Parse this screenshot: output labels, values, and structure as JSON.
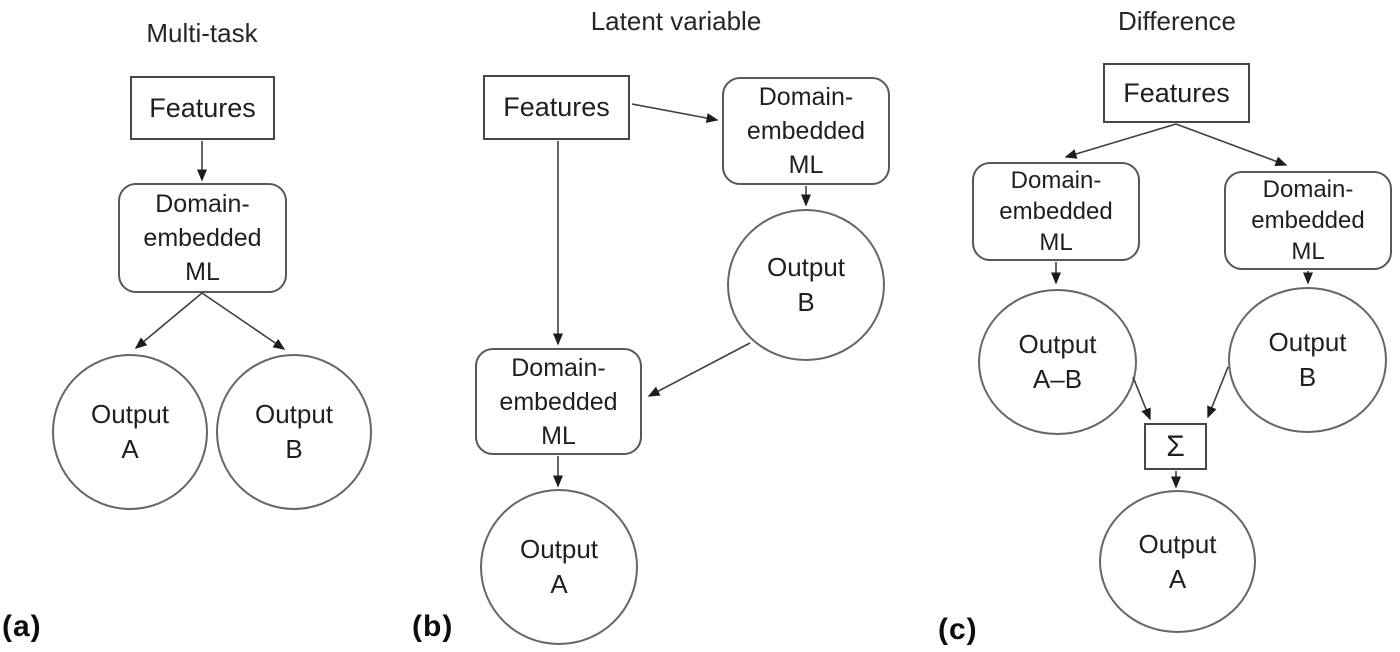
{
  "figure": {
    "type": "flow-diagram",
    "description_visible_text_only": true,
    "colors": {
      "background": "#ffffff",
      "rect_border": "#474747",
      "rounded_border": "#585858",
      "circle_border": "#666666",
      "connector": "#3f3f3f",
      "text": "#1f1f1f"
    }
  },
  "panel_a": {
    "label": "(a)",
    "title": "Multi-task",
    "features": "Features",
    "ml": {
      "label": "Domain-embedded ML",
      "lines": [
        "Domain-",
        "embedded",
        "ML"
      ]
    },
    "output_a": {
      "label": "Output A",
      "lines": [
        "Output",
        "A"
      ]
    },
    "output_b": {
      "label": "Output B",
      "lines": [
        "Output",
        "B"
      ]
    }
  },
  "panel_b": {
    "label": "(b)",
    "title": "Latent variable",
    "features": "Features",
    "ml_b": {
      "label": "Domain-embedded ML",
      "lines": [
        "Domain-",
        "embedded",
        "ML"
      ]
    },
    "ml_a": {
      "label": "Domain-embedded ML",
      "lines": [
        "Domain-",
        "embedded",
        "ML"
      ]
    },
    "output_b": {
      "label": "Output B",
      "lines": [
        "Output",
        "B"
      ]
    },
    "output_a": {
      "label": "Output A",
      "lines": [
        "Output",
        "A"
      ]
    }
  },
  "panel_c": {
    "label": "(c)",
    "title": "Difference",
    "features": "Features",
    "ml_left": {
      "label": "Domain-embedded ML",
      "lines": [
        "Domain-",
        "embedded",
        "ML"
      ]
    },
    "ml_right": {
      "label": "Domain-embedded ML",
      "lines": [
        "Domain-",
        "embedded",
        "ML"
      ]
    },
    "output_ab": {
      "label": "Output A–B",
      "lines": [
        "Output",
        "A–B"
      ]
    },
    "output_b": {
      "label": "Output B",
      "lines": [
        "Output",
        "B"
      ]
    },
    "sigma": "Σ",
    "output_a": {
      "label": "Output A",
      "lines": [
        "Output",
        "A"
      ]
    }
  }
}
